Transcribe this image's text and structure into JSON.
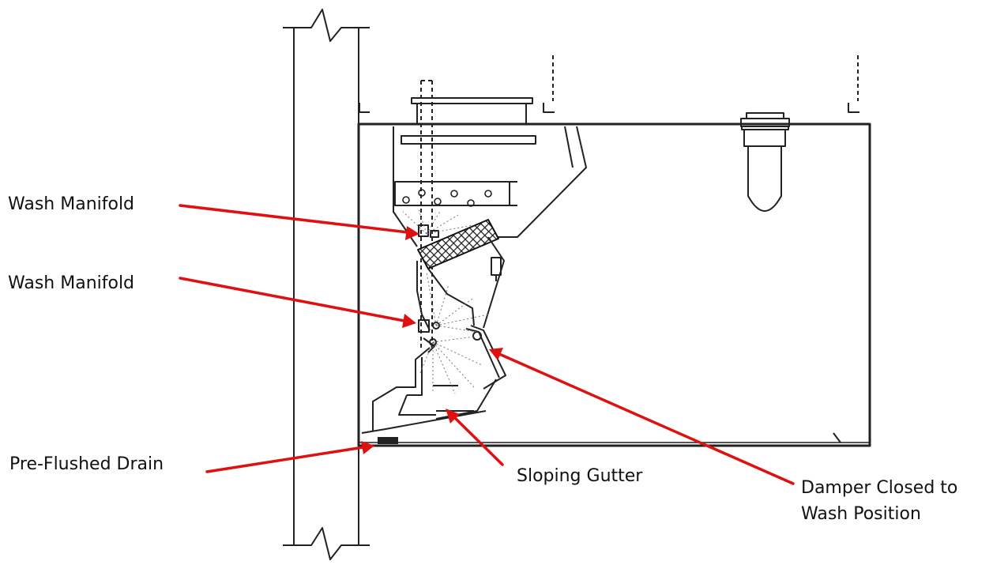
{
  "labels": {
    "wash_manifold_upper": "Wash Manifold",
    "wash_manifold_lower": "Wash Manifold",
    "pre_flushed_drain": "Pre-Flushed Drain",
    "sloping_gutter": "Sloping Gutter",
    "damper_line1": "Damper Closed to",
    "damper_line2": "Wash Position"
  },
  "colors": {
    "linework": "#222222",
    "arrow": "#e01010",
    "text": "#111111",
    "filter_mesh": "#1a1a1a"
  }
}
